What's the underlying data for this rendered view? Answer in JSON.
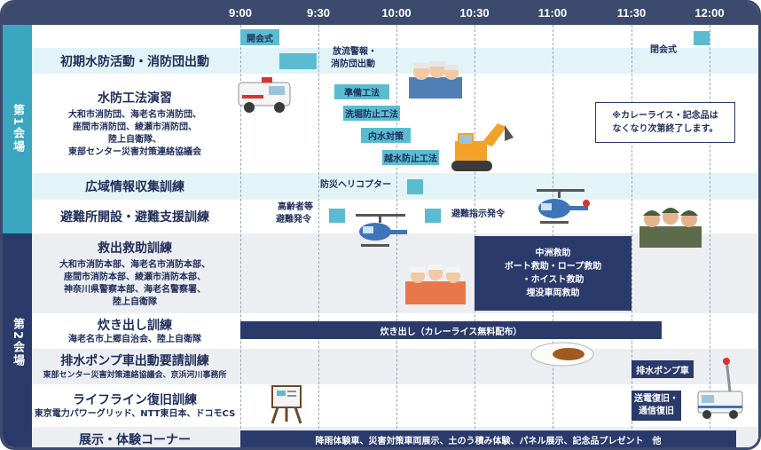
{
  "timeline": {
    "times": [
      "9:00",
      "9:30",
      "10:00",
      "10:30",
      "11:00",
      "11:30",
      "12:00"
    ]
  },
  "venues": {
    "venue1": "第1会場",
    "venue2": "第2会場"
  },
  "rows": {
    "r1": {
      "title": "初期水防活動・消防団出動"
    },
    "r2": {
      "title": "水防工法演習",
      "sub": [
        "大和市消防団、海老名市消防団、",
        "座間市消防団、綾瀬市消防団、",
        "陸上自衛隊、",
        "東部センター災害対策連絡協議会"
      ]
    },
    "r3": {
      "title": "広域情報収集訓練"
    },
    "r4": {
      "title": "避難所開設・避難支援訓練"
    },
    "r5": {
      "title": "救出救助訓練",
      "sub": [
        "大和市消防本部、海老名市消防本部、",
        "座間市消防本部、綾瀬市消防本部、",
        "神奈川県警察本部、海老名警察署、",
        "陸上自衛隊"
      ]
    },
    "r6": {
      "title": "炊き出し訓練",
      "sub": [
        "海老名市上郷自治会、陸上自衛隊"
      ]
    },
    "r7": {
      "title": "排水ポンプ車出動要請訓練",
      "sub": [
        "東部センター災害対策連絡協議会、京浜河川事務所"
      ]
    },
    "r8": {
      "title": "ライフライン復旧訓練",
      "sub": [
        "東京電力パワーグリッド、NTT東日本、ドコモCS"
      ]
    },
    "r9": {
      "title": "展示・体験コーナー"
    }
  },
  "events": {
    "opening": "開会式",
    "closing": "閉会式",
    "release_l1": "放流警報・",
    "release_l2": "消防団出動",
    "prep": "準備工法",
    "scour": "洗堀防止工法",
    "inland": "内水対策",
    "overflow": "越水防止工法",
    "heli": "防災ヘリコプター",
    "elderly_l1": "高齢者等",
    "elderly_l2": "避難発令",
    "evac": "避難指示発令",
    "rescue_l1": "中洲救助",
    "rescue_l2": "ボート救助・ロープ救助",
    "rescue_l3": "・ホイスト救助",
    "rescue_l4": "埋没車両救助",
    "cooking": "炊き出し（カレーライス無料配布）",
    "pump": "排水ポンプ車",
    "lifeline_l1": "送電復旧・",
    "lifeline_l2": "通信復旧",
    "exhibit": "降雨体験車、災害対策車両展示、土のう積み体験、パネル展示、記念品プレゼント　他"
  },
  "note": {
    "line1": "※カレーライス・記念品は",
    "line2": "なくなり次第終了します。"
  },
  "colors": {
    "navy": "#2a3a6b",
    "header": "#3c4a6e",
    "teal": "#5bbcd0",
    "band_blue": "#e2f4f8",
    "band_gray": "#eceef2",
    "venue1": "#3aa6bf",
    "venue2": "#2a3a6b"
  }
}
